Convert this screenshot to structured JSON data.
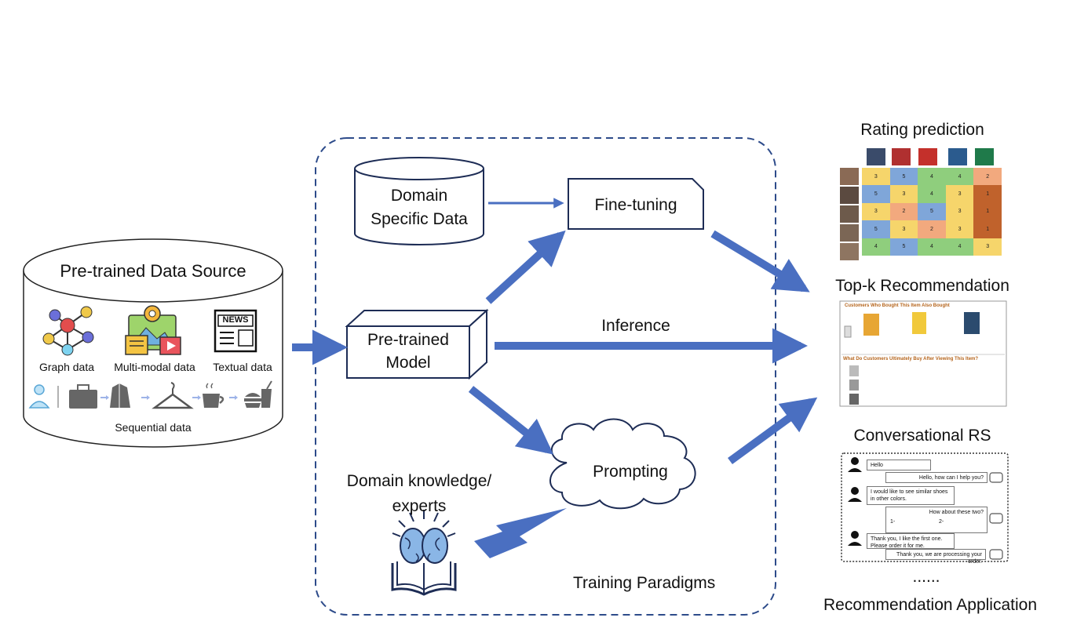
{
  "source": {
    "title": "Pre-trained Data Source",
    "graph_label": "Graph data",
    "multimodal_label": "Multi-modal data",
    "textual_label": "Textual data",
    "news_text": "NEWS",
    "sequential_label": "Sequential data"
  },
  "paradigms": {
    "domain_data": [
      "Domain",
      "Specific Data"
    ],
    "finetuning": "Fine-tuning",
    "pretrained": [
      "Pre-trained",
      "Model"
    ],
    "inference": "Inference",
    "prompting": "Prompting",
    "knowledge": [
      "Domain knowledge/",
      "experts"
    ],
    "caption": "Training Paradigms"
  },
  "applications": {
    "rating_title": "Rating prediction",
    "rating_grid": [
      [
        "3",
        "5",
        "4",
        "4",
        "2"
      ],
      [
        "5",
        "3",
        "4",
        "3",
        "1"
      ],
      [
        "3",
        "2",
        "5",
        "3",
        "1"
      ],
      [
        "5",
        "3",
        "2",
        "3",
        "1"
      ],
      [
        "4",
        "5",
        "4",
        "4",
        "3"
      ]
    ],
    "topk_title": "Top-k Recommendation",
    "topk_header": "Customers Who Bought This Item Also Bought",
    "topk_header2": "What Do Customers Ultimately Buy After Viewing This Item?",
    "conv_title": "Conversational RS",
    "chat": [
      "Hello",
      "Hello, how can I help you?",
      "I would like to see similar shoes in other colors.",
      "How about these two?",
      "Thank you, I like the first one. Please order it for me.",
      "Thank you, we are processing your order."
    ],
    "chat_opt1": "1-",
    "chat_opt2": "2-",
    "ellipsis": "......",
    "caption": "Recommendation Application"
  },
  "colors": {
    "arrow": "#4a6fc1",
    "dash": "#2d4b8a",
    "rating": [
      "#f6d56b",
      "#7fa6d9",
      "#8fce7d",
      "#f2a97e",
      "#c0622c"
    ]
  }
}
